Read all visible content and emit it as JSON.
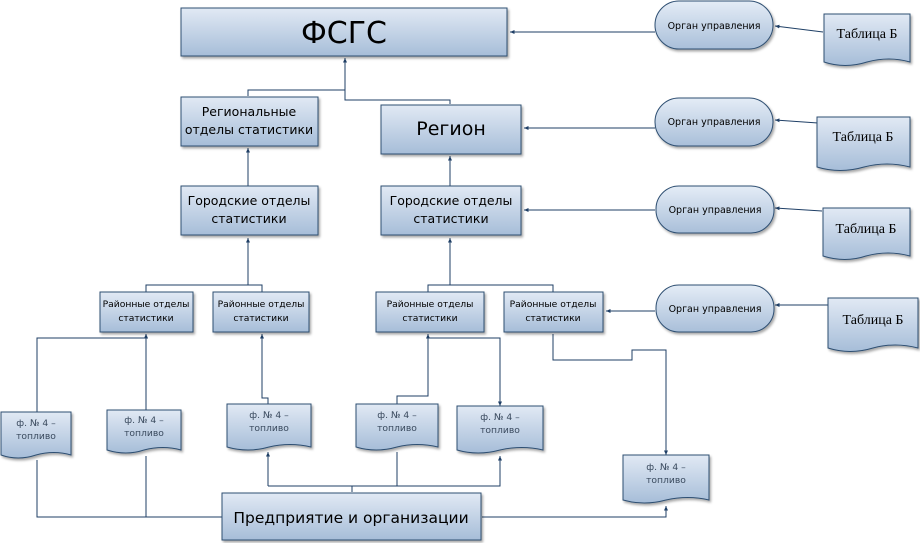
{
  "nodes": {
    "fsgs": "ФСГС",
    "regional_offices": [
      "Региональные",
      "отделы статистики"
    ],
    "region": "Регион",
    "city_offices_left": [
      "Городские отделы",
      "статистики"
    ],
    "city_offices_right": [
      "Городские отделы",
      "статистики"
    ],
    "district_1": [
      "Районные отделы",
      "статистики"
    ],
    "district_2": [
      "Районные отделы",
      "статистики"
    ],
    "district_3": [
      "Районные отделы",
      "статистики"
    ],
    "district_4": [
      "Районные отделы",
      "статистики"
    ],
    "enterprises": "Предприятие и организации"
  },
  "authority_label": "Орган управления",
  "table_label": "Таблица Б",
  "form_label": [
    "ф. № 4 –",
    "топливо"
  ],
  "colors": {
    "box_fill_top": "#dfe8f3",
    "box_fill_bottom": "#a4bbd6",
    "box_stroke": "#2f4f72",
    "line": "#1f3f66"
  }
}
